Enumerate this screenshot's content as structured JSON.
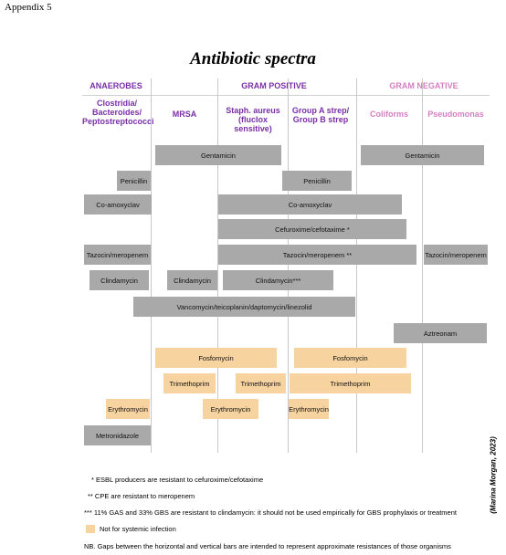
{
  "appendix": "Appendix 5",
  "title": "Antibiotic spectra",
  "groups": {
    "anaerobes": "ANAEROBES",
    "gram_positive": "GRAM POSITIVE",
    "gram_negative": "GRAM NEGATIVE"
  },
  "columns": {
    "clostridia": "Clostridia/ Bacteroides/ Peptostreptococci",
    "mrsa": "MRSA",
    "staph": "Staph. aureus (flucIox sensitive)",
    "strep": "Group A strep/ Group B strep",
    "coliforms": "Coliforms",
    "pseudomonas": "Pseudomonas"
  },
  "bars": {
    "gentamicin_gp": "Gentamicin",
    "gentamicin_gn": "Gentamicin",
    "penicillin_1": "Penicillin",
    "penicillin_2": "Penicillin",
    "coamoxiclav_1": "Co-amoxyclav",
    "coamoxiclav_2": "Co-amoxyclav",
    "cefuroxime": "Cefuroxime/cefotaxime *",
    "tazocin_1": "Tazocin/meropenem",
    "tazocin_2": "Tazocin/meropenem **",
    "tazocin_3": "Tazocin/meropenem",
    "clindamycin_1": "Clindamycin",
    "clindamycin_2": "Clindamycin",
    "clindamycin_3": "Clindamycin***",
    "vancomycin": "Vancomycin/teicoplanin/daptomycin/linezolid",
    "aztreonam": "Aztreonam",
    "fosfomycin_1": "Fosfomycin",
    "fosfomycin_2": "Fosfomycin",
    "trimethoprim_1": "Trimethoprim",
    "trimethoprim_2": "Trimethoprim",
    "trimethoprim_3": "Trimethoprim",
    "erythromycin_1": "Erythromycin",
    "erythromycin_2": "Erythromycin",
    "erythromycin_3": "Erythromycin",
    "metronidazole": "Metronidazole"
  },
  "colors": {
    "gray_bar": "#a9a9a9",
    "tan_bar": "#f7d49f",
    "purple": "#7a2fa8",
    "pink": "#d47fc0"
  },
  "notes": {
    "esbl": "* ESBL producers are resistant to cefuroxime/cefotaxime",
    "cpe": "** CPE are resistant to meropenem",
    "gas": "*** 11% GAS and 33% GBS are resistant to clindamycin: it should not be used empirically for GBS prophylaxis or treatment",
    "legend": "Not for systemic infection",
    "nb": "NB. Gaps between the horizontal and vertical bars are intended to represent approximate resistances of those organisms"
  },
  "credit": "(Marina Morgan, 2023)"
}
